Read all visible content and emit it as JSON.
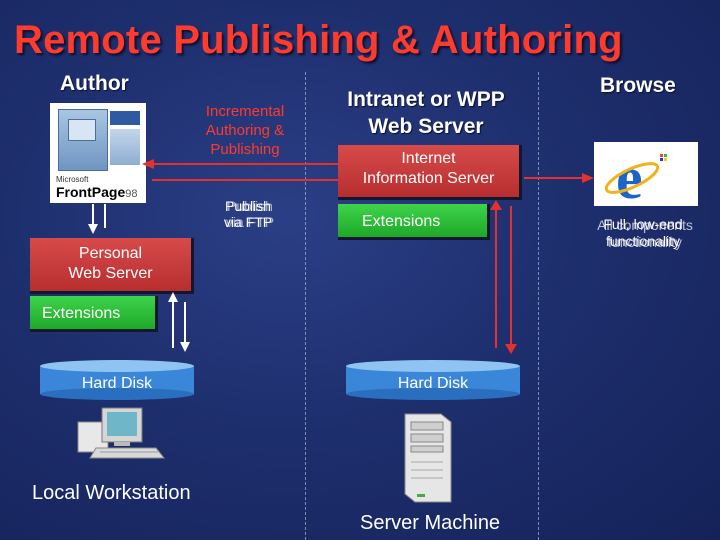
{
  "title": "Remote Publishing & Authoring",
  "sections": {
    "author": "Author",
    "server": "Intranet or WPP\nWeb Server",
    "browse": "Browse"
  },
  "author_panel": {
    "product_brand": "Microsoft",
    "product_name": "FrontPage",
    "product_version": "98"
  },
  "labels": {
    "incremental": "Incremental\nAuthoring &\nPublishing",
    "publish_ftp": "Publish\nvia FTP",
    "full_functionality": "Full, low-end\nfunctionality",
    "all_components": "All components\nfunctionality"
  },
  "local": {
    "personal_web_server": "Personal\nWeb Server",
    "extensions": "Extensions",
    "hard_disk": "Hard Disk",
    "footer": "Local Workstation"
  },
  "server": {
    "iis": "Internet\nInformation Server",
    "extensions": "Extensions",
    "hard_disk": "Hard Disk",
    "footer": "Server Machine"
  },
  "colors": {
    "title": "#ff3b2e",
    "box_red": "#c43c3c",
    "box_green": "#2dc038",
    "arrow_red": "#e53030",
    "disk_blue": "#3a86d8",
    "background": "#1e2f6e"
  },
  "icons": [
    "frontpage-box-icon",
    "internet-explorer-icon",
    "desktop-computer-icon",
    "tower-server-icon"
  ]
}
